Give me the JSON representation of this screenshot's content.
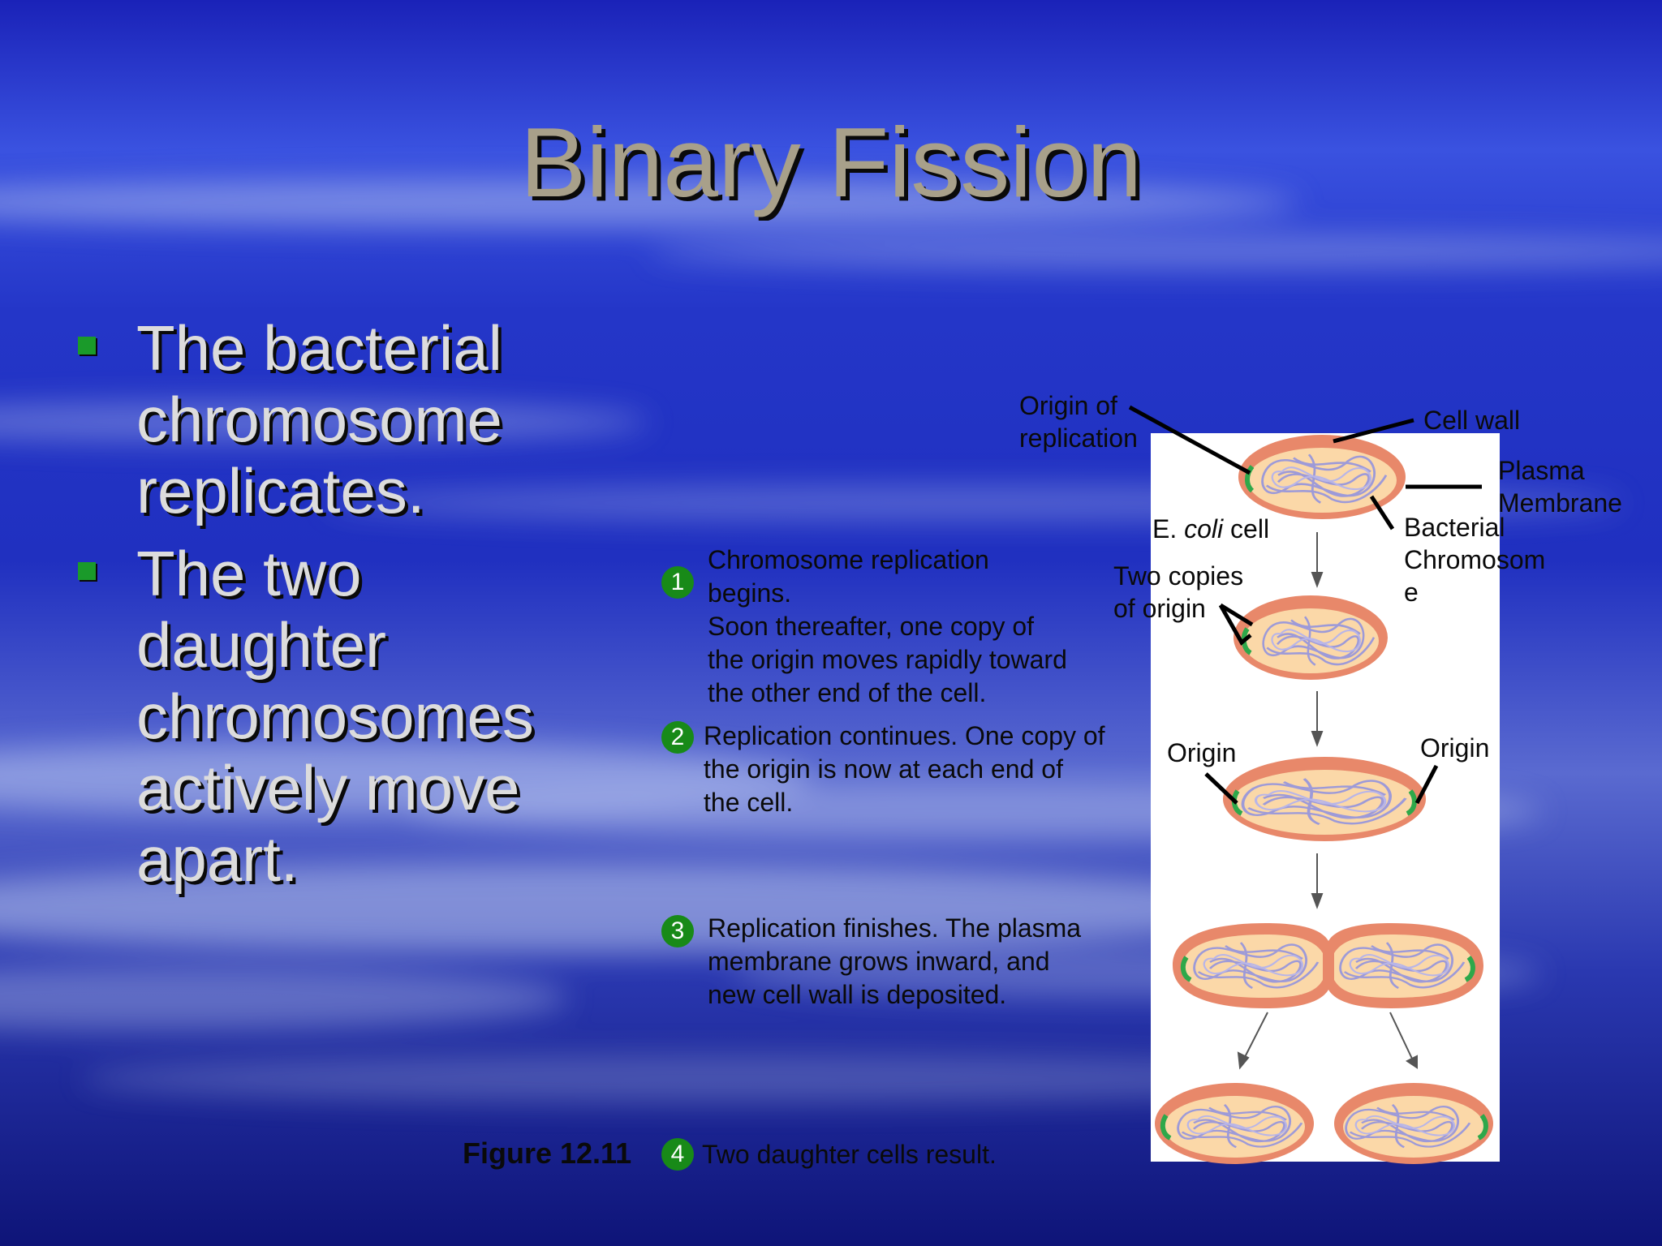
{
  "slide": {
    "title": "Binary Fission",
    "bullets": [
      "The bacterial chromosome replicates.",
      "The two daughter chromosomes actively move apart."
    ]
  },
  "figure": {
    "caption": "Figure 12.11",
    "steps": [
      {
        "num": "1",
        "lines": [
          "Chromosome replication",
          "begins.",
          "Soon thereafter, one copy of",
          "the origin moves rapidly toward",
          "the other end of the cell."
        ]
      },
      {
        "num": "2",
        "lines": [
          "Replication continues. One copy of",
          "the origin is now at each end of",
          "the cell."
        ]
      },
      {
        "num": "3",
        "lines": [
          "Replication finishes. The plasma",
          "membrane grows inward, and",
          "new cell wall is deposited."
        ]
      },
      {
        "num": "4",
        "lines": [
          "Two daughter cells result."
        ]
      }
    ],
    "labels": {
      "origin_of_replication": [
        "Origin of",
        "replication"
      ],
      "cell_wall": "Cell wall",
      "plasma_membrane": [
        "Plasma",
        "Membrane"
      ],
      "ecoli_cell_prefix": "E. ",
      "ecoli_cell_italic": "coli",
      "ecoli_cell_suffix": " cell",
      "bacterial_chromosome": [
        "Bacterial",
        "Chromosom",
        "e"
      ],
      "two_copies_of_origin": [
        "Two copies",
        "of origin"
      ],
      "origin_left": "Origin",
      "origin_right": "Origin"
    },
    "colors": {
      "cell_wall": "#e8886a",
      "cytoplasm": "#fbd8a8",
      "chromosome": "#9d9ad8",
      "origin": "#2ea84a",
      "step_badge": "#188a18"
    }
  }
}
